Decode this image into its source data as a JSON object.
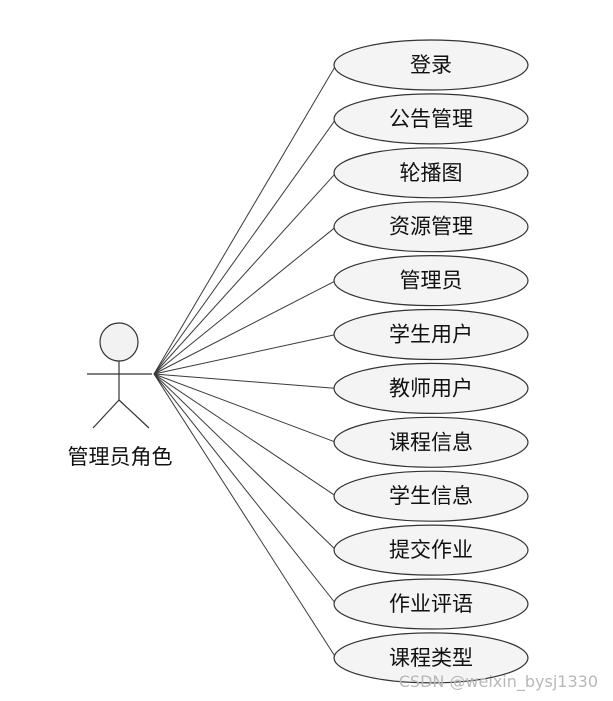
{
  "actor": {
    "label": "管理员角色"
  },
  "use_cases": [
    {
      "label": "登录"
    },
    {
      "label": "公告管理"
    },
    {
      "label": "轮播图"
    },
    {
      "label": "资源管理"
    },
    {
      "label": "管理员"
    },
    {
      "label": "学生用户"
    },
    {
      "label": "教师用户"
    },
    {
      "label": "课程信息"
    },
    {
      "label": "学生信息"
    },
    {
      "label": "提交作业"
    },
    {
      "label": "作业评语"
    },
    {
      "label": "课程类型"
    }
  ],
  "watermark": "CSDN @weixin_bysj1330"
}
